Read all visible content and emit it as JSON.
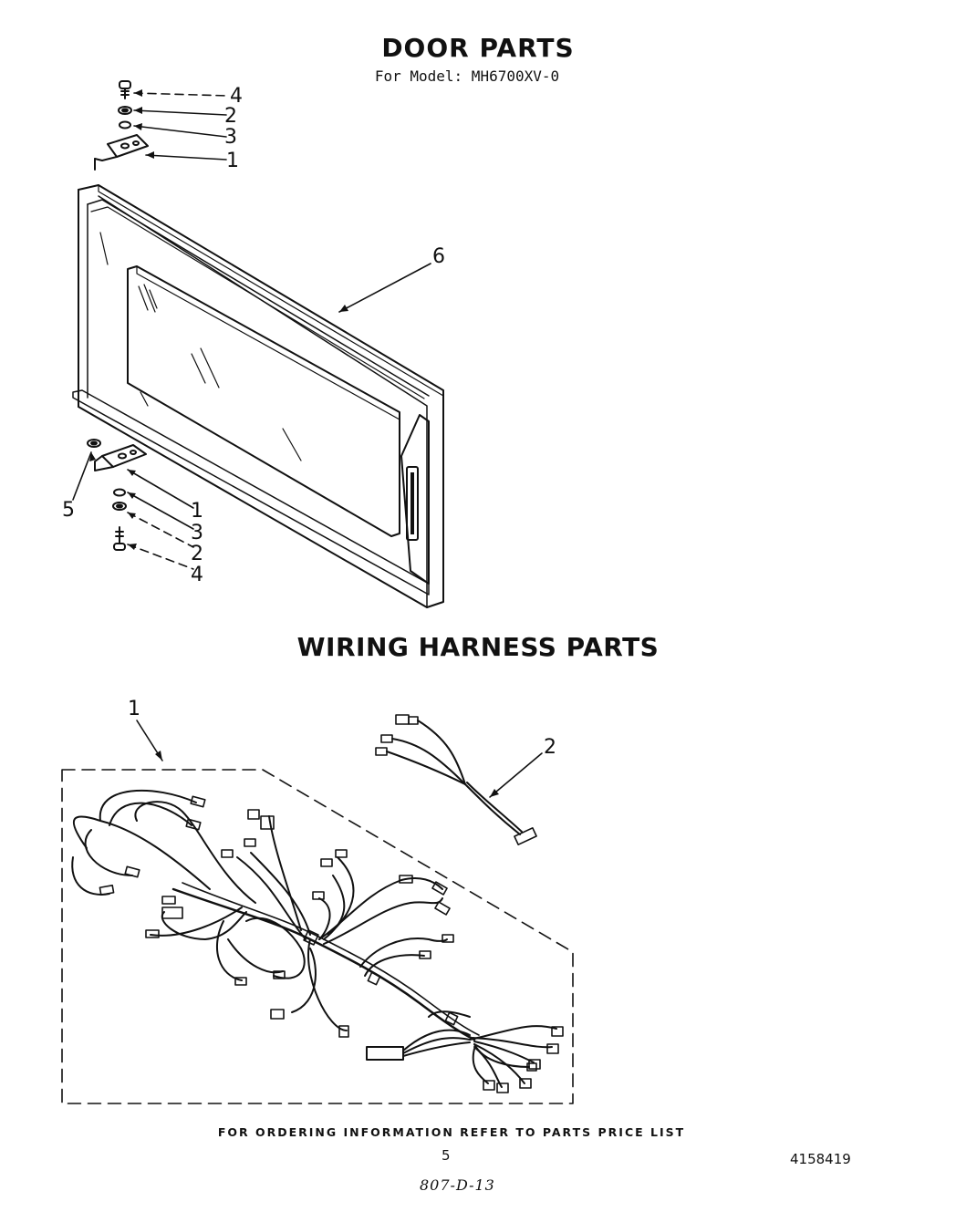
{
  "door_section": {
    "title": "DOOR PARTS",
    "model_line": "For Model: MH6700XV-0",
    "callouts_top": [
      "4",
      "2",
      "3",
      "1"
    ],
    "callout_door": "6",
    "callout_spacer": "5",
    "callouts_bottom": [
      "1",
      "3",
      "2",
      "4"
    ]
  },
  "harness_section": {
    "title": "WIRING HARNESS PARTS",
    "callout_main_harness": "1",
    "callout_small_harness": "2"
  },
  "footer": {
    "ordering_note": "FOR ORDERING INFORMATION REFER TO PARTS PRICE LIST",
    "page_number": "5",
    "document_number": "4158419",
    "handwritten_code": "807-D-13"
  },
  "colors": {
    "ink": "#111111",
    "paper": "#ffffff"
  }
}
